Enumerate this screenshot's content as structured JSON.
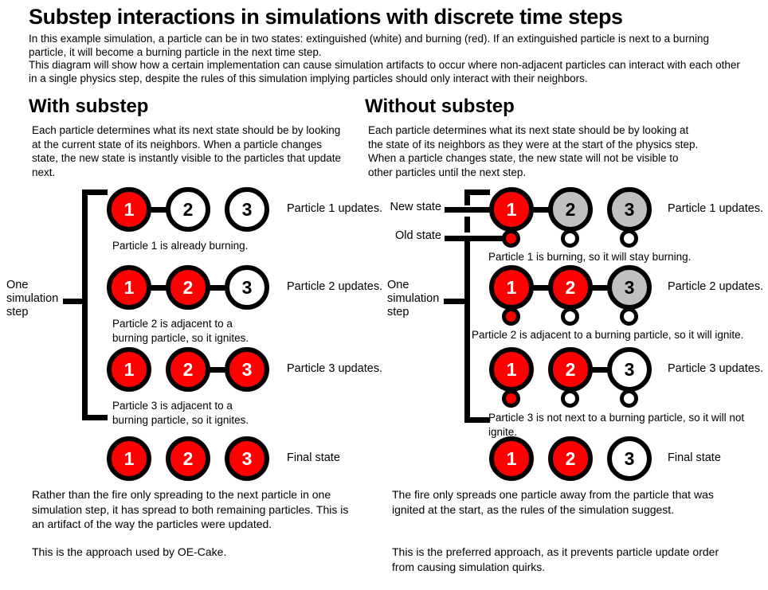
{
  "title": "Substep interactions in simulations with discrete time steps",
  "intro": [
    "In this example simulation, a particle can be in two states: extinguished (white) and burning (red). If an extinguished particle is next to a burning particle, it will become a burning particle in the next time step.",
    "This diagram will show how a certain implementation can cause simulation artifacts to occur where non-adjacent particles can interact with each other in a single physics step, despite the rules of this simulation implying particles should only interact with their neighbors."
  ],
  "colors": {
    "burning": "#ff0000",
    "extinguished": "#ffffff",
    "undetermined": "#c0c0c0",
    "outline": "#000000",
    "background": "#ffffff"
  },
  "left": {
    "heading": "With substep",
    "description": "Each particle determines what its next state should be by looking at the current state of its neighbors. When a particle changes state, the new state is instantly visible to the particles that update next.",
    "step_label": "One\nsimulation\nstep",
    "rows": [
      {
        "particles": [
          {
            "label": "1",
            "state": "burning"
          },
          {
            "label": "2",
            "state": "extinguished"
          },
          {
            "label": "3",
            "state": "extinguished"
          }
        ],
        "links": [
          true,
          false
        ],
        "row_label": "Particle 1 updates.",
        "note": "Particle 1 is already burning."
      },
      {
        "particles": [
          {
            "label": "1",
            "state": "burning"
          },
          {
            "label": "2",
            "state": "burning"
          },
          {
            "label": "3",
            "state": "extinguished"
          }
        ],
        "links": [
          true,
          true
        ],
        "row_label": "Particle 2 updates.",
        "note": "Particle 2 is adjacent to a\nburning particle, so it ignites."
      },
      {
        "particles": [
          {
            "label": "1",
            "state": "burning"
          },
          {
            "label": "2",
            "state": "burning"
          },
          {
            "label": "3",
            "state": "burning"
          }
        ],
        "links": [
          false,
          true
        ],
        "row_label": "Particle 3 updates.",
        "note": "Particle 3 is adjacent to a\nburning particle, so it ignites."
      },
      {
        "particles": [
          {
            "label": "1",
            "state": "burning"
          },
          {
            "label": "2",
            "state": "burning"
          },
          {
            "label": "3",
            "state": "burning"
          }
        ],
        "links": [
          false,
          false
        ],
        "row_label": "Final state",
        "note": ""
      }
    ],
    "footer": [
      "Rather than the fire only spreading to the next particle in one simulation step, it has spread to both remaining particles. This is an artifact of the way the particles were updated.",
      "This is the approach used by OE-Cake."
    ]
  },
  "right": {
    "heading": "Without substep",
    "description": "Each particle determines what its next state should be by looking at the state of its neighbors as they were at the start of the physics step. When a particle changes state, the new state will not be visible to other particles until the next step.",
    "step_label": "One\nsimulation\nstep",
    "legend": {
      "new_state": "New state",
      "old_state": "Old state"
    },
    "rows": [
      {
        "particles": [
          {
            "label": "1",
            "state": "burning",
            "old": "burning"
          },
          {
            "label": "2",
            "state": "undetermined",
            "old": "extinguished"
          },
          {
            "label": "3",
            "state": "undetermined",
            "old": "extinguished"
          }
        ],
        "links": [
          true,
          false
        ],
        "row_label": "Particle 1 updates.",
        "note": "Particle 1 is burning, so it will stay burning."
      },
      {
        "particles": [
          {
            "label": "1",
            "state": "burning",
            "old": "burning"
          },
          {
            "label": "2",
            "state": "burning",
            "old": "extinguished"
          },
          {
            "label": "3",
            "state": "undetermined",
            "old": "extinguished"
          }
        ],
        "links": [
          true,
          true
        ],
        "row_label": "Particle 2 updates.",
        "note": "Particle 2 is adjacent to a burning particle, so it will ignite."
      },
      {
        "particles": [
          {
            "label": "1",
            "state": "burning",
            "old": "burning"
          },
          {
            "label": "2",
            "state": "burning",
            "old": "extinguished"
          },
          {
            "label": "3",
            "state": "extinguished",
            "old": "extinguished"
          }
        ],
        "links": [
          false,
          true
        ],
        "row_label": "Particle 3 updates.",
        "note": "Particle 3 is not next to a burning particle, so it will not\nignite."
      },
      {
        "particles": [
          {
            "label": "1",
            "state": "burning",
            "old": null
          },
          {
            "label": "2",
            "state": "burning",
            "old": null
          },
          {
            "label": "3",
            "state": "extinguished",
            "old": null
          }
        ],
        "links": [
          false,
          false
        ],
        "row_label": "Final state",
        "note": ""
      }
    ],
    "footer": [
      "The fire only spreads one particle away from the particle that was ignited at the start, as the rules of the simulation suggest.",
      "This is the preferred approach, as it prevents particle update order from causing simulation quirks."
    ]
  }
}
